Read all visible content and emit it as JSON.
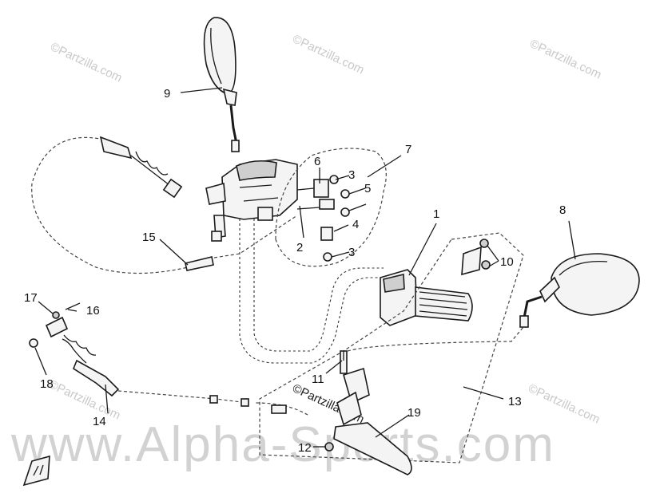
{
  "watermarks": {
    "small": "©Partzilla.com",
    "big": "www.Alpha-Sports.com"
  },
  "callouts": [
    "1",
    "2",
    "3",
    "4",
    "5",
    "6",
    "7",
    "8",
    "9",
    "10",
    "11",
    "12",
    "13",
    "14",
    "15",
    "16",
    "17",
    "18",
    "19"
  ]
}
